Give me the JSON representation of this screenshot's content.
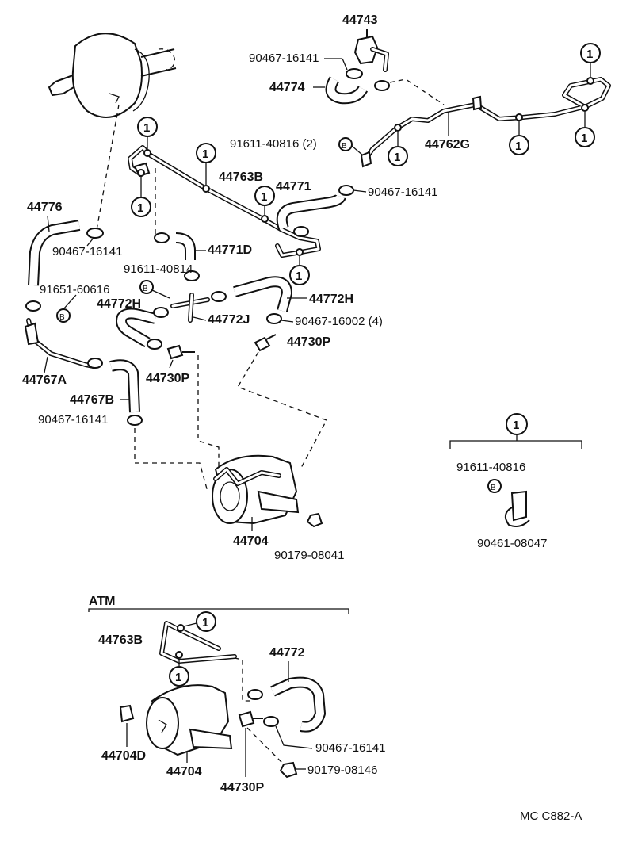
{
  "labels": {
    "p44743": "44743",
    "p90467_16141_top": "90467-16141",
    "p44774": "44774",
    "p91611_40816_2": "91611-40816 (2)",
    "p44762G": "44762G",
    "p44763B": "44763B",
    "p44771": "44771",
    "p90467_16141_mid": "90467-16141",
    "p44776": "44776",
    "p90467_16141_left": "90467-16141",
    "p44771D": "44771D",
    "p91611_40814": "91611-40814",
    "p91651_60616": "91651-60616",
    "p44772H_left": "44772H",
    "p44772H_right": "44772H",
    "p44772J": "44772J",
    "p90467_16002_4": "90467-16002 (4)",
    "p44730P_right": "44730P",
    "p44730P_mid": "44730P",
    "p44767A": "44767A",
    "p44767B": "44767B",
    "p90467_16141_low": "90467-16141",
    "p44704": "44704",
    "p90179_08041": "90179-08041",
    "p91611_40816": "91611-40816",
    "p90461_08047": "90461-08047",
    "atm": "ATM",
    "atm_44763B": "44763B",
    "atm_44772": "44772",
    "atm_44704D": "44704D",
    "atm_44704": "44704",
    "atm_44730P": "44730P",
    "atm_90467_16141": "90467-16141",
    "atm_90179_08146": "90179-08146",
    "footer_code": "MC C882-A"
  },
  "marker": "1",
  "clip_marker": "B"
}
